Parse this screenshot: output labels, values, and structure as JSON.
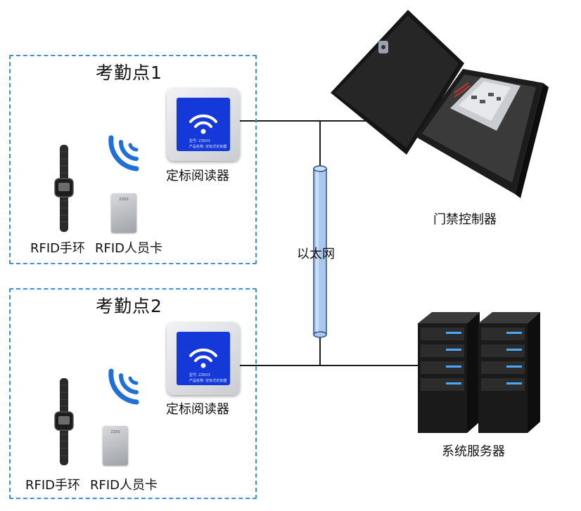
{
  "zones": [
    {
      "title": "考勤点1",
      "reader": {
        "label": "定标阅读器",
        "spec_line1": "型号: ZZK03",
        "spec_line2": "产品名称: 定标式定标器"
      },
      "wristband_label": "RFID手环",
      "card_label": "RFID人员卡",
      "card_brand": "ZZKS"
    },
    {
      "title": "考勤点2",
      "reader": {
        "label": "定标阅读器",
        "spec_line1": "型号: ZZK03",
        "spec_line2": "产品名称: 定标式定标器"
      },
      "wristband_label": "RFID手环",
      "card_label": "RFID人员卡",
      "card_brand": "ZZKS"
    }
  ],
  "network_label": "以太网",
  "access_controller_label": "门禁控制器",
  "server_label": "系统服务器",
  "colors": {
    "zone_border": "#3b8ee0",
    "reader_screen": "#1538d8",
    "signal_arc": "#1f6fd6",
    "ethernet_pipe": "#a9c8f0",
    "server_led": "#4aa8ff"
  }
}
